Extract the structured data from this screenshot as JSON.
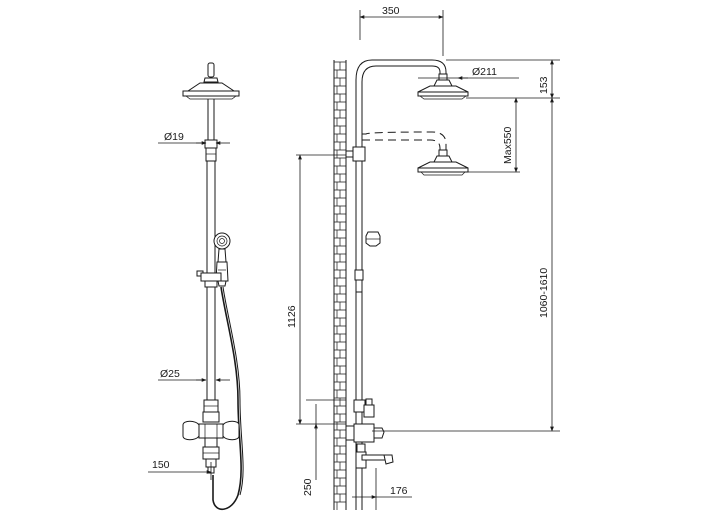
{
  "dimensions": {
    "head_diameter": "Ø19",
    "pipe_diameter": "Ø25",
    "mixer_width": "150",
    "arm_length": "350",
    "shower_head_diameter": "Ø211",
    "head_height": "153",
    "max_drop": "Max550",
    "adjust_height": "1060-1610",
    "holder_height": "1126",
    "spout_height": "250",
    "spout_depth": "176"
  }
}
